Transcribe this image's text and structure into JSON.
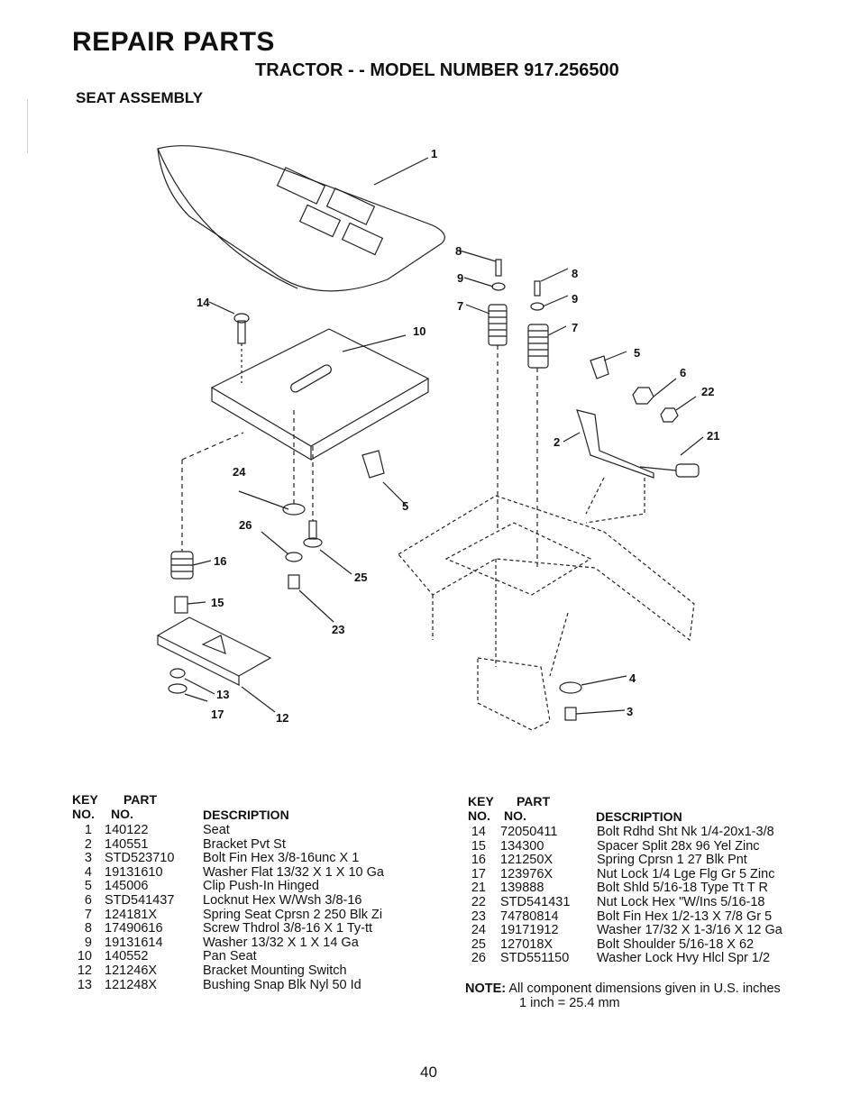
{
  "header": {
    "title": "REPAIR PARTS",
    "subtitle": "TRACTOR - - MODEL NUMBER 917.256500",
    "section": "SEAT ASSEMBLY"
  },
  "diagram": {
    "callouts": [
      "1",
      "14",
      "10",
      "8",
      "9",
      "7",
      "8",
      "9",
      "7",
      "5",
      "6",
      "22",
      "21",
      "2",
      "24",
      "5",
      "26",
      "25",
      "16",
      "15",
      "23",
      "13",
      "17",
      "12",
      "4",
      "3"
    ]
  },
  "table_left": {
    "headers": {
      "key_line1": "KEY",
      "key_line2": "NO.",
      "part_line1": "PART",
      "part_line2": "NO.",
      "description": "DESCRIPTION"
    },
    "rows": [
      {
        "key": "1",
        "part": "140122",
        "desc": "Seat"
      },
      {
        "key": "2",
        "part": "140551",
        "desc": "Bracket Pvt St"
      },
      {
        "key": "3",
        "part": "STD523710",
        "desc": "Bolt Fin Hex 3/8-16unc X 1"
      },
      {
        "key": "4",
        "part": "19131610",
        "desc": "Washer Flat 13/32 X 1 X 10 Ga"
      },
      {
        "key": "5",
        "part": "145006",
        "desc": "Clip Push-In Hinged"
      },
      {
        "key": "6",
        "part": "STD541437",
        "desc": "Locknut Hex W/Wsh 3/8-16"
      },
      {
        "key": "7",
        "part": "124181X",
        "desc": "Spring Seat Cprsn 2 250 Blk Zi"
      },
      {
        "key": "8",
        "part": "17490616",
        "desc": "Screw Thdrol 3/8-16 X 1 Ty-tt"
      },
      {
        "key": "9",
        "part": "19131614",
        "desc": "Washer 13/32 X 1 X 14 Ga"
      },
      {
        "key": "10",
        "part": "140552",
        "desc": "Pan Seat"
      },
      {
        "key": "12",
        "part": "121246X",
        "desc": "Bracket Mounting Switch"
      },
      {
        "key": "13",
        "part": "121248X",
        "desc": "Bushing Snap Blk Nyl 50 Id"
      }
    ]
  },
  "table_right": {
    "headers": {
      "key_line1": "KEY",
      "key_line2": "NO.",
      "part_line1": "PART",
      "part_line2": "NO.",
      "description": "DESCRIPTION"
    },
    "rows": [
      {
        "key": "14",
        "part": "72050411",
        "desc": "Bolt Rdhd Sht Nk 1/4-20x1-3/8"
      },
      {
        "key": "15",
        "part": "134300",
        "desc": "Spacer Split 28x 96 Yel Zinc"
      },
      {
        "key": "16",
        "part": "121250X",
        "desc": "Spring Cprsn 1 27 Blk Pnt"
      },
      {
        "key": "17",
        "part": "123976X",
        "desc": "Nut Lock 1/4 Lge Flg Gr 5 Zinc"
      },
      {
        "key": "21",
        "part": "139888",
        "desc": "Bolt Shld 5/16-18 Type Tt T R"
      },
      {
        "key": "22",
        "part": "STD541431",
        "desc": "Nut  Lock Hex \"W/Ins  5/16-18"
      },
      {
        "key": "23",
        "part": "74780814",
        "desc": "Bolt Fin Hex 1/2-13 X 7/8 Gr 5"
      },
      {
        "key": "24",
        "part": "19171912",
        "desc": "Washer 17/32 X 1-3/16 X 12 Ga"
      },
      {
        "key": "25",
        "part": "127018X",
        "desc": "Bolt Shoulder 5/16-18 X 62"
      },
      {
        "key": "26",
        "part": "STD551150",
        "desc": "Washer Lock Hvy Hlcl Spr 1/2"
      }
    ]
  },
  "note": {
    "label": "NOTE:",
    "line1": "All component dimensions given in U.S. inches",
    "line2": "1 inch = 25.4 mm"
  },
  "page_number": "40"
}
